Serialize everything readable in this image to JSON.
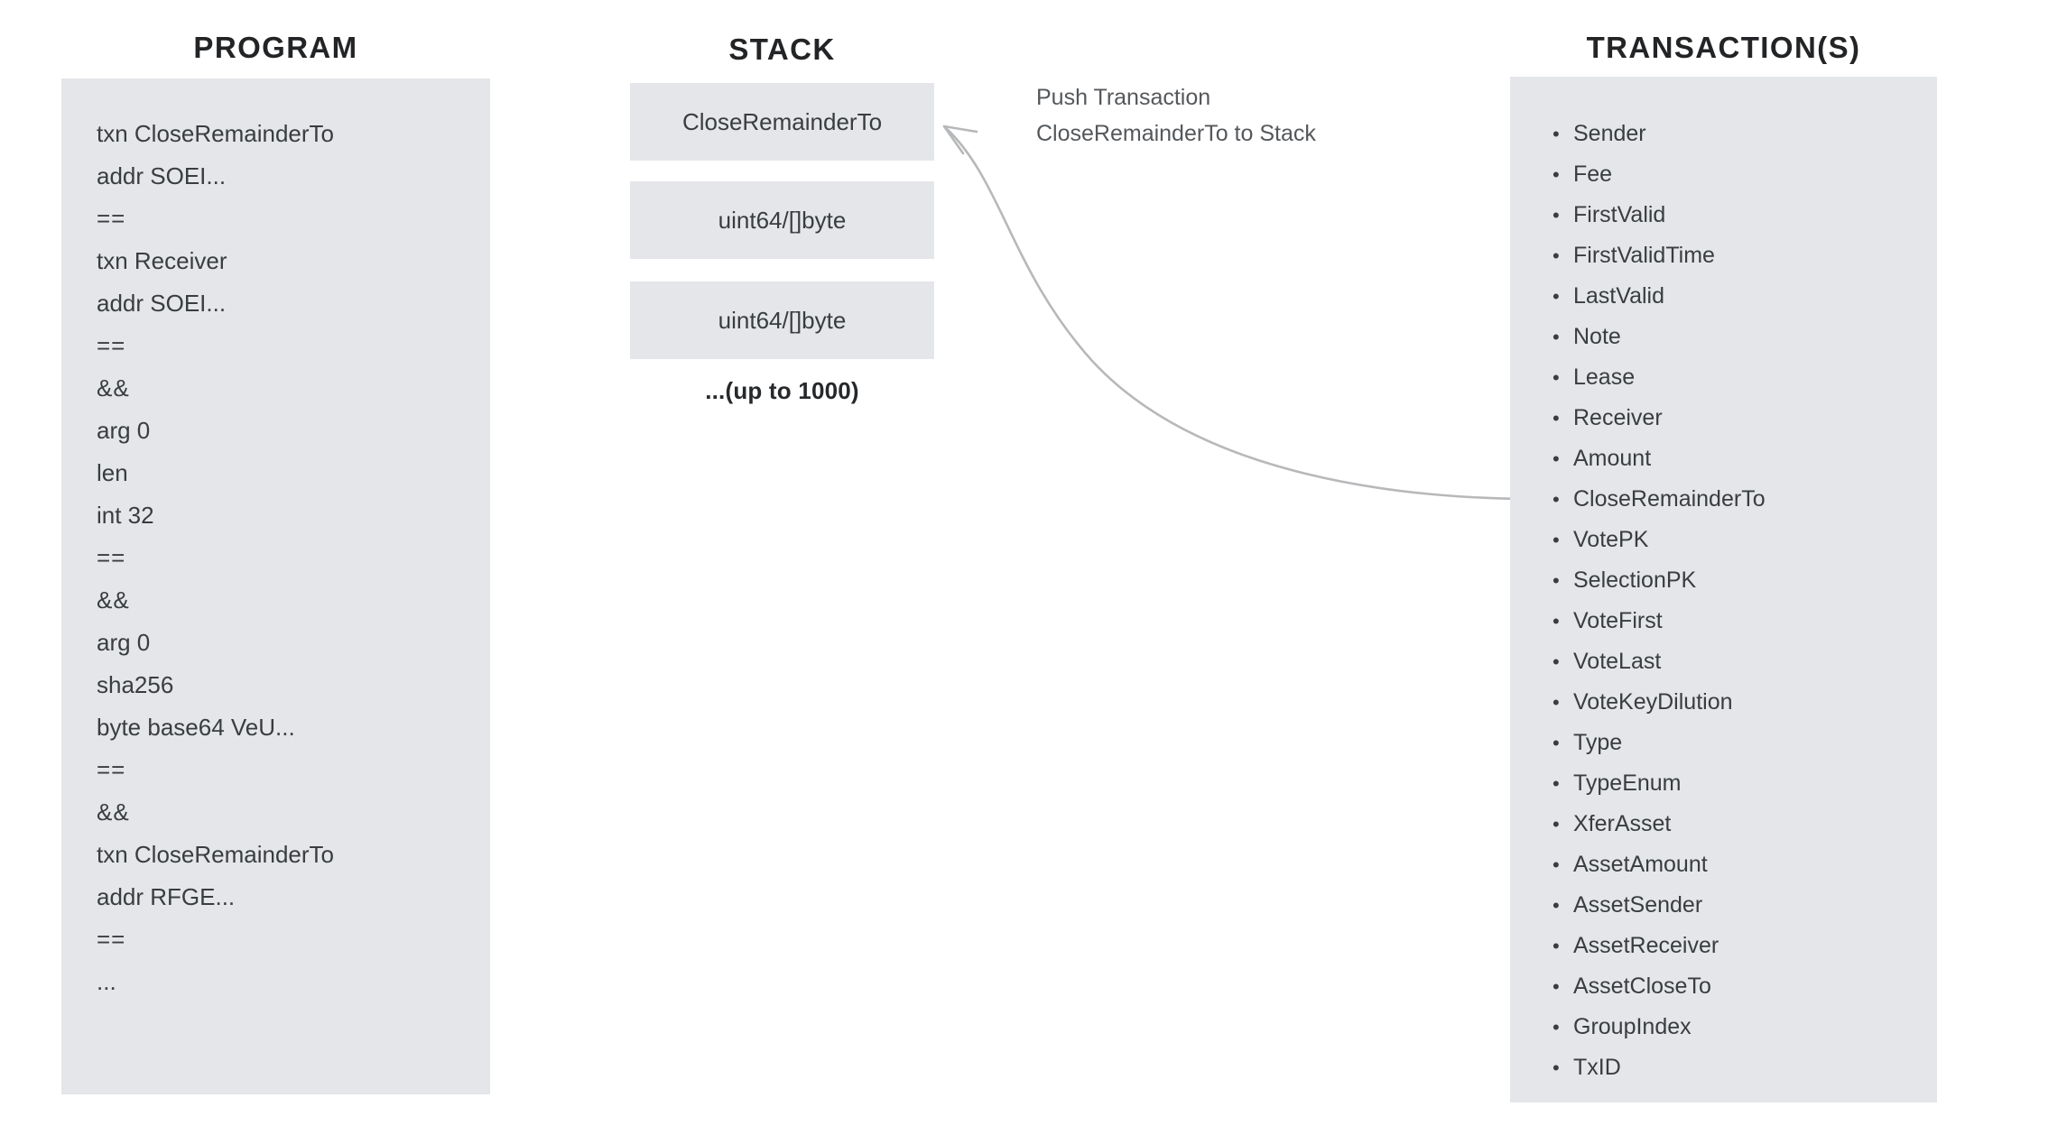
{
  "columns": {
    "program": {
      "title": "PROGRAM"
    },
    "stack": {
      "title": "STACK"
    },
    "transactions": {
      "title": "TRANSACTION(S)"
    }
  },
  "program": {
    "highlighted_index": 0,
    "lines": [
      "txn CloseRemainderTo",
      "addr SOEI...",
      "==",
      "txn Receiver",
      "addr SOEI...",
      "==",
      "&&",
      "arg 0",
      "len",
      "int 32",
      "==",
      "&&",
      "arg 0",
      "sha256",
      "byte base64 VeU...",
      "==",
      "&&",
      "txn CloseRemainderTo",
      "addr RFGE...",
      "==",
      "..."
    ]
  },
  "stack": {
    "cells": [
      "CloseRemainderTo",
      "uint64/[]byte",
      "uint64/[]byte"
    ],
    "more_label": "...(up to 1000)"
  },
  "annotation": {
    "line1": "Push Transaction",
    "line2": "CloseRemainderTo to Stack"
  },
  "transactions": {
    "bullet": "•",
    "fields": [
      "Sender",
      "Fee",
      "FirstValid",
      "FirstValidTime",
      "LastValid",
      "Note",
      "Lease",
      "Receiver",
      "Amount",
      "CloseRemainderTo",
      "VotePK",
      "SelectionPK",
      "VoteFirst",
      "VoteLast",
      "VoteKeyDilution",
      "Type",
      "TypeEnum",
      "XferAsset",
      "AssetAmount",
      "AssetSender",
      "AssetReceiver",
      "AssetCloseTo",
      "GroupIndex",
      "TxID"
    ]
  },
  "colors": {
    "panel_background": "#e4e6e9",
    "page_background": "#ffffff",
    "text": "#3a3d40",
    "heading": "#222426",
    "highlight_border": "#c4525c",
    "arrow": "#b6b8ba"
  }
}
